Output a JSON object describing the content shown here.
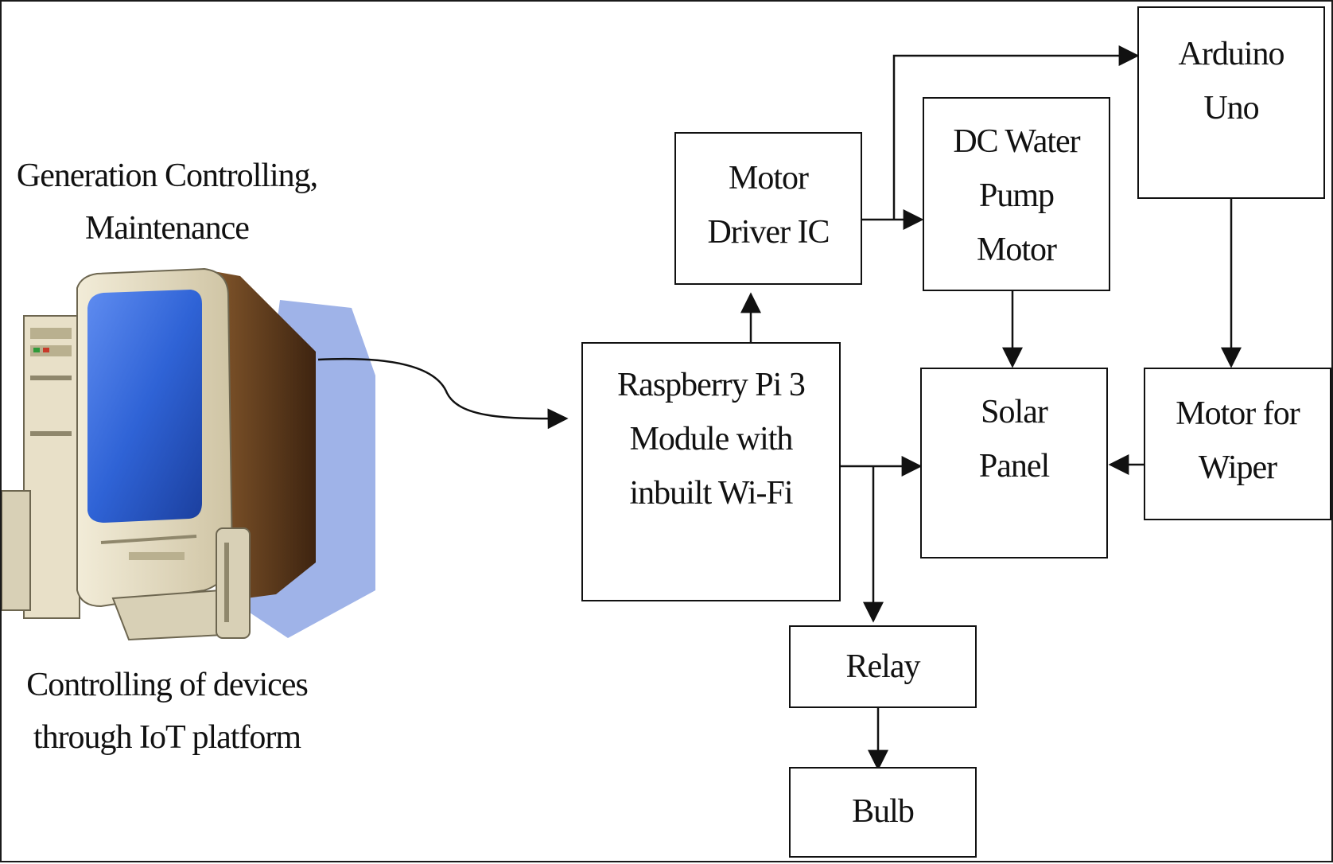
{
  "computer": {
    "top_caption": [
      "Generation Controlling,",
      "Maintenance"
    ],
    "bottom_caption": [
      "Controlling of devices",
      "through IoT platform"
    ]
  },
  "blocks": {
    "motor_driver": [
      "Motor",
      "Driver IC"
    ],
    "dc_pump": [
      "DC Water",
      "Pump",
      "Motor"
    ],
    "arduino": [
      "Arduino",
      "Uno"
    ],
    "raspberry": [
      "Raspberry Pi 3",
      "Module with",
      "inbuilt Wi-Fi"
    ],
    "solar": [
      "Solar",
      "Panel"
    ],
    "wiper_motor": [
      "Motor for",
      "Wiper"
    ],
    "relay": [
      "Relay"
    ],
    "bulb": [
      "Bulb"
    ]
  },
  "colors": {
    "line": "#111111",
    "monitor_screen": "#2f63d6",
    "monitor_shadow": "#9fb3e8",
    "case_body": "#e8e0c8"
  }
}
